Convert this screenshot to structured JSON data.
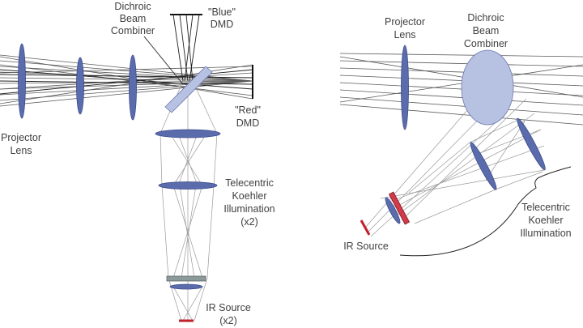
{
  "left_panel": {
    "labels": {
      "dichroic_line1": "Dichroic",
      "dichroic_line2": "Beam",
      "dichroic_line3": "Combiner",
      "blue_dmd_line1": "\"Blue\"",
      "blue_dmd_line2": "DMD",
      "red_dmd_line1": "\"Red\"",
      "red_dmd_line2": "DMD",
      "projector_line1": "Projector",
      "projector_line2": "Lens",
      "koehler_line1": "Telecentric",
      "koehler_line2": "Koehler",
      "koehler_line3": "Illumination",
      "koehler_line4": "(x2)",
      "ir_line1": "IR Source",
      "ir_line2": "(x2)"
    }
  },
  "right_panel": {
    "labels": {
      "projector_line1": "Projector",
      "projector_line2": "Lens",
      "dichroic_line1": "Dichroic",
      "dichroic_line2": "Beam",
      "dichroic_line3": "Combiner",
      "koehler_line1": "Telecentric",
      "koehler_line2": "Koehler",
      "koehler_line3": "Illumination",
      "ir_source": "IR Source"
    }
  },
  "colors": {
    "lens": "#5b6cad",
    "lens_pale": "#b7c2e2",
    "ir_source": "#c0202a",
    "dmd": "#111111"
  }
}
